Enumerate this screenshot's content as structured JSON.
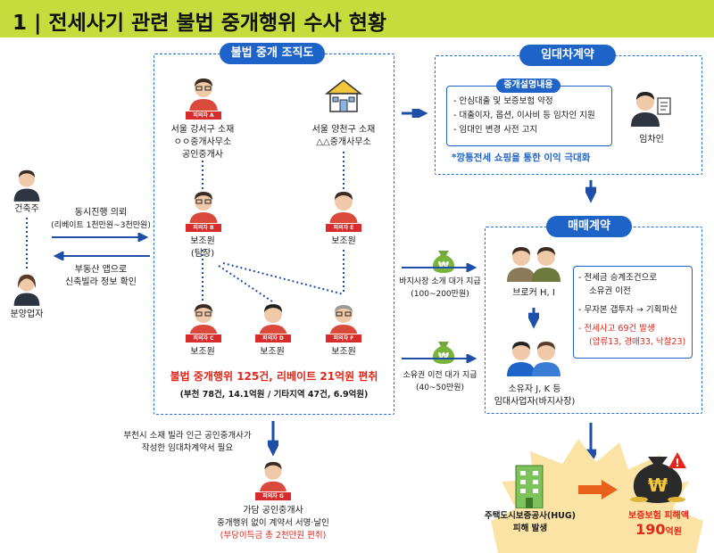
{
  "title": "1 | 전세사기 관련 불법 중개행위 수사 현황",
  "org": {
    "label": "불법 중개 조직도",
    "agency_a": {
      "tag": "피의자 A",
      "line1": "서울 강서구 소재",
      "line2": "ㅇㅇ중개사무소",
      "line3": "공인중개사"
    },
    "agency_b": {
      "line1": "서울 양천구 소재",
      "line2": "△△중개사무소"
    },
    "b": {
      "tag": "피의자 B",
      "line1": "보조원",
      "line2": "(팀장)"
    },
    "e": {
      "tag": "피의자 E",
      "line1": "보조원"
    },
    "c": {
      "tag": "피의자 C",
      "line1": "보조원"
    },
    "d": {
      "tag": "피의자 D",
      "line1": "보조원"
    },
    "f": {
      "tag": "피의자 F",
      "line1": "보조원"
    },
    "summary_red": "불법 중개행위 125건, 리베이트 21억원 편취",
    "summary_black": "(부천 78건, 14.1억원 / 기타지역 47건, 6.9억원)"
  },
  "left": {
    "builder": "건축주",
    "seller": "분양업자",
    "arrow_right_1": "동시진행 의뢰",
    "arrow_right_2": "(리베이트 1천만원~3천만원)",
    "arrow_left_1": "부동산 앱으로",
    "arrow_left_2": "신축빌라 정보 확인"
  },
  "lease": {
    "label": "임대차계약",
    "sub_label": "중개설명내용",
    "items": [
      "안심대출 및 보증보험 약정",
      "대출이자, 옵션, 이사비 등 임차인 지원",
      "임대인 변경 사전 고지"
    ],
    "note": "*깡통전세 쇼핑을 통한 이익 극대화",
    "tenant": "임차인"
  },
  "sale": {
    "label": "매매계약",
    "broker": "브로커 H, I",
    "owner_1": "소유자 J, K 등",
    "owner_2": "임대사업자(바지사장)",
    "items": [
      "전세금 승계조건으로",
      "소유권 이전",
      "무자본 갭투자 → 기획파산"
    ],
    "red_item_1": "전세사고 69건 발생",
    "red_item_2": "(압류13, 경매33, 낙찰23)"
  },
  "money": {
    "fee_1a": "바지사장 소개 대가 지급",
    "fee_1b": "(100~200만원)",
    "fee_2a": "소유권 이전 대가 지급",
    "fee_2b": "(40~50만원)",
    "coin_symbol": "₩"
  },
  "bottom": {
    "note_1": "부천시 소재 빌라 인근 공인중개사가",
    "note_2": "작성한 임대차계약서 필요",
    "g_tag": "피의자 G",
    "g_1": "가담 공인중개사",
    "g_2": "중개행위 없이 계약서 서명·날인",
    "g_3": "(부당이득금 총 2천만원 편취)",
    "hug_1": "주택도시보증공사(HUG)",
    "hug_2": "피해 발생",
    "loss_1": "보증보험 피해액",
    "loss_2": "190",
    "loss_unit": "억원",
    "warning": "!"
  },
  "colors": {
    "accent": "#1e63c7",
    "title_bar": "#c6dc3c",
    "red": "#e0271a",
    "burst": "#fbe3a6"
  }
}
